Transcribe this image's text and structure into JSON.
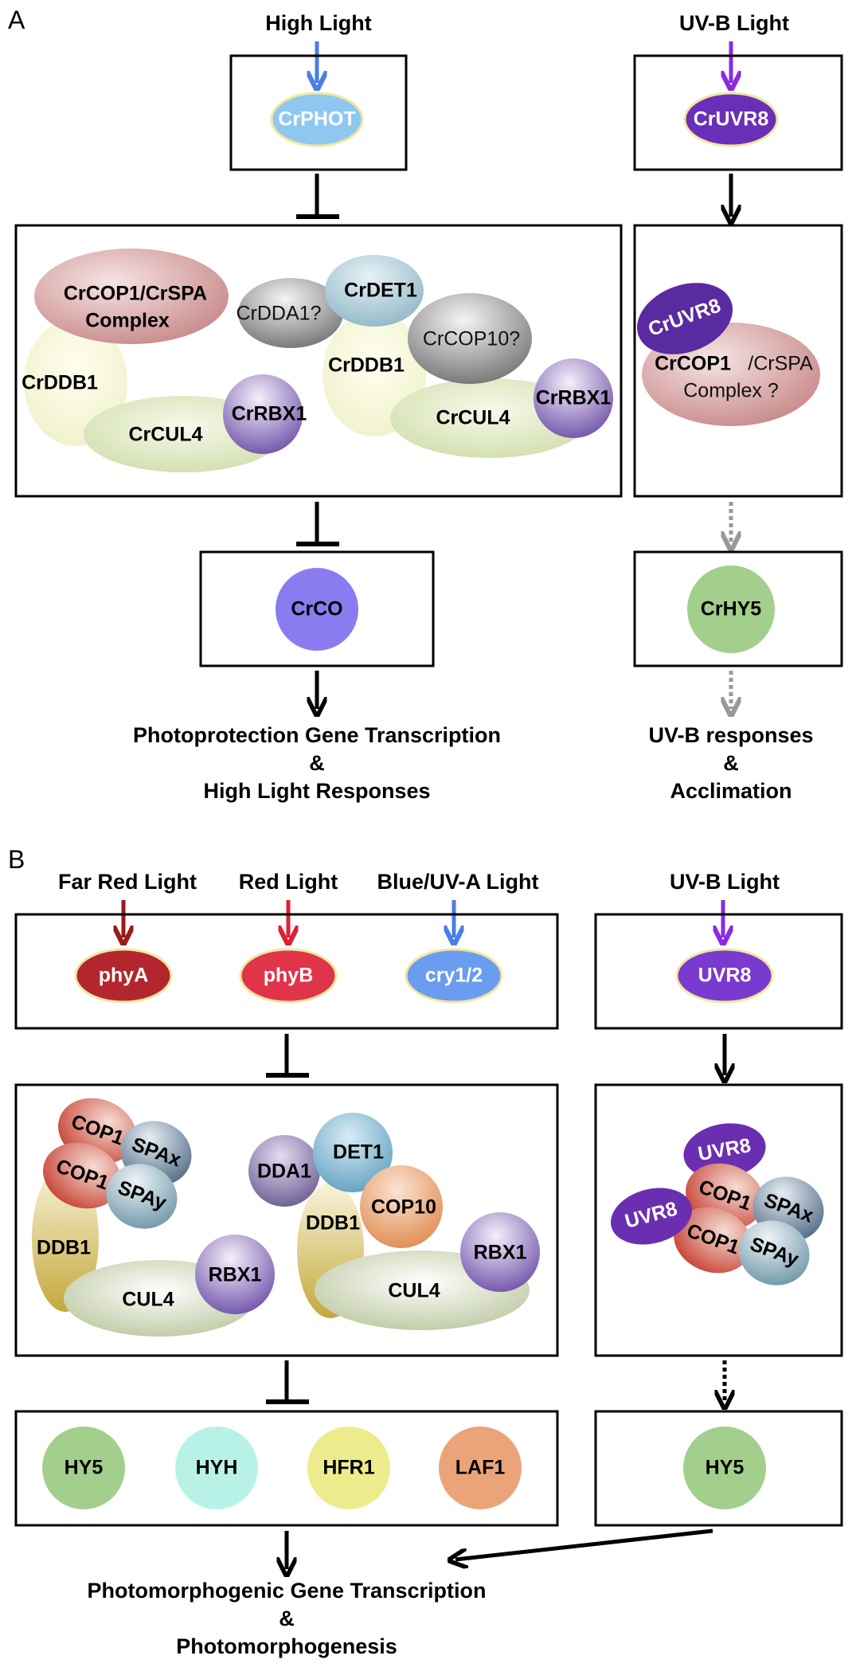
{
  "panels": {
    "a": "A",
    "b": "B"
  },
  "panel_a": {
    "high_light": "High Light",
    "uvb_light": "UV-B Light",
    "crphot": "CrPHOT",
    "cruvr8_top": "CrUVR8",
    "crcop1_crspa_line1": "CrCOP1/CrSPA",
    "crcop1_crspa_line2": "Complex",
    "crdda1": "CrDDA1?",
    "crdet1": "CrDET1",
    "crcop10": "CrCOP10?",
    "crddb1_left": "CrDDB1",
    "crcul4_left": "CrCUL4",
    "crrbx1_left": "CrRBX1",
    "crddb1_right": "CrDDB1",
    "crcul4_right": "CrCUL4",
    "crrbx1_right": "CrRBX1",
    "cruvr8_bound": "CrUVR8",
    "crcop1_bold": "CrCOP1",
    "crspa_part": "/CrSPA",
    "complex_q": "Complex ?",
    "crco": "CrCO",
    "crhy5": "CrHY5",
    "out_left_1": "Photoprotection Gene Transcription",
    "out_left_2": "&",
    "out_left_3": "High Light Responses",
    "out_right_1": "UV-B responses",
    "out_right_2": "&",
    "out_right_3": "Acclimation"
  },
  "panel_b": {
    "far_red": "Far Red Light",
    "red": "Red Light",
    "blue": "Blue/UV-A Light",
    "uvb": "UV-B Light",
    "phya": "phyA",
    "phyb": "phyB",
    "cry": "cry1/2",
    "uvr8_top": "UVR8",
    "cop1_a": "COP1",
    "spax_a": "SPAx",
    "cop1_b": "COP1",
    "spay_a": "SPAy",
    "ddb1_left": "DDB1",
    "cul4_left": "CUL4",
    "rbx1_left": "RBX1",
    "dda1": "DDA1",
    "det1": "DET1",
    "cop10": "COP10",
    "ddb1_right": "DDB1",
    "cul4_right": "CUL4",
    "rbx1_right": "RBX1",
    "uvr8_a": "UVR8",
    "uvr8_b": "UVR8",
    "cop1_c": "COP1",
    "spax_b": "SPAx",
    "cop1_d": "COP1",
    "spay_b": "SPAy",
    "hy5": "HY5",
    "hyh": "HYH",
    "hfr1": "HFR1",
    "laf1": "LAF1",
    "hy5_right": "HY5",
    "out_1": "Photomorphogenic Gene Transcription",
    "out_2": "&",
    "out_3": "Photomorphogenesis"
  },
  "colors": {
    "high_light_arrow": "#4a7fe0",
    "uvb_arrow": "#8a2be2",
    "crphot": "#8ec8f0",
    "uvr8": "#6a2fb8",
    "cop1_complex": "#d49a9a",
    "crco": "#8a7cf0",
    "hy5": "#a3cf8c",
    "phya": "#b3262e",
    "phyb": "#e0344a",
    "cry": "#6a9cf0",
    "hyh": "#b8f2e6",
    "hfr1": "#eeeb8c",
    "laf1": "#eba47a",
    "far_red_arrow": "#9a1a1a",
    "red_arrow": "#e02030"
  }
}
